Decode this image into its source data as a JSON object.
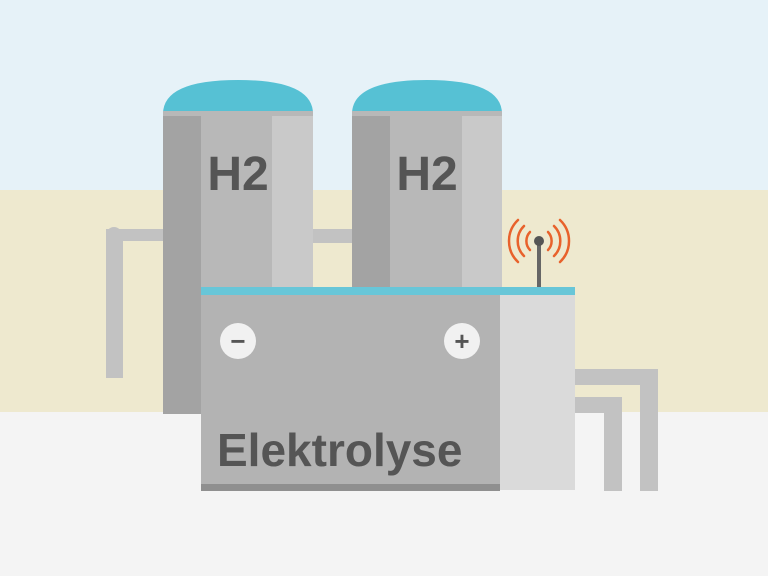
{
  "scene": {
    "tank_left_label": "H2",
    "tank_right_label": "H2",
    "unit_label": "Elektrolyse",
    "minus_sign": "−",
    "plus_sign": "+"
  },
  "icons": [
    "antenna-icon",
    "signal-waves-icon",
    "minus-terminal-icon",
    "plus-terminal-icon"
  ],
  "colors": {
    "sky": "#e6f2f8",
    "ground": "#eee9cf",
    "floor": "#f4f4f4",
    "tank_cap": "#56c1d4",
    "tank_body": "#b8b8b8",
    "tank_shadow": "#a3a3a3",
    "tank_highlight": "#c9c9c9",
    "unit_body": "#b3b3b3",
    "unit_side": "#dadada",
    "unit_top": "#68c6d8",
    "pipe": "#c2c2c2",
    "label_text": "#555555",
    "signal": "#e8622c"
  }
}
